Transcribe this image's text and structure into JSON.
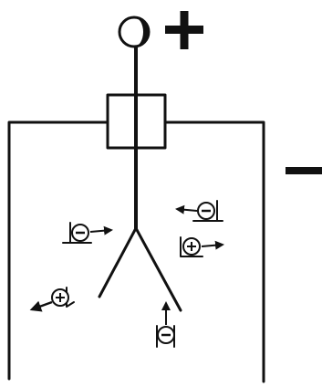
{
  "diagram": {
    "ink_color": "#111111",
    "background_color": "#ffffff",
    "rod_charge_sign": "+",
    "case_charge_sign": "−",
    "ions": [
      {
        "id": "ion-neg-left",
        "sign": "−",
        "motion": "toward-rod"
      },
      {
        "id": "ion-neg-upper-right",
        "sign": "−",
        "motion": "toward-rod"
      },
      {
        "id": "ion-pos-right",
        "sign": "+",
        "motion": "away-from-rod"
      },
      {
        "id": "ion-pos-lower-left",
        "sign": "+",
        "motion": "away-from-rod"
      },
      {
        "id": "ion-neg-bottom",
        "sign": "−",
        "motion": "toward-rod"
      }
    ]
  }
}
